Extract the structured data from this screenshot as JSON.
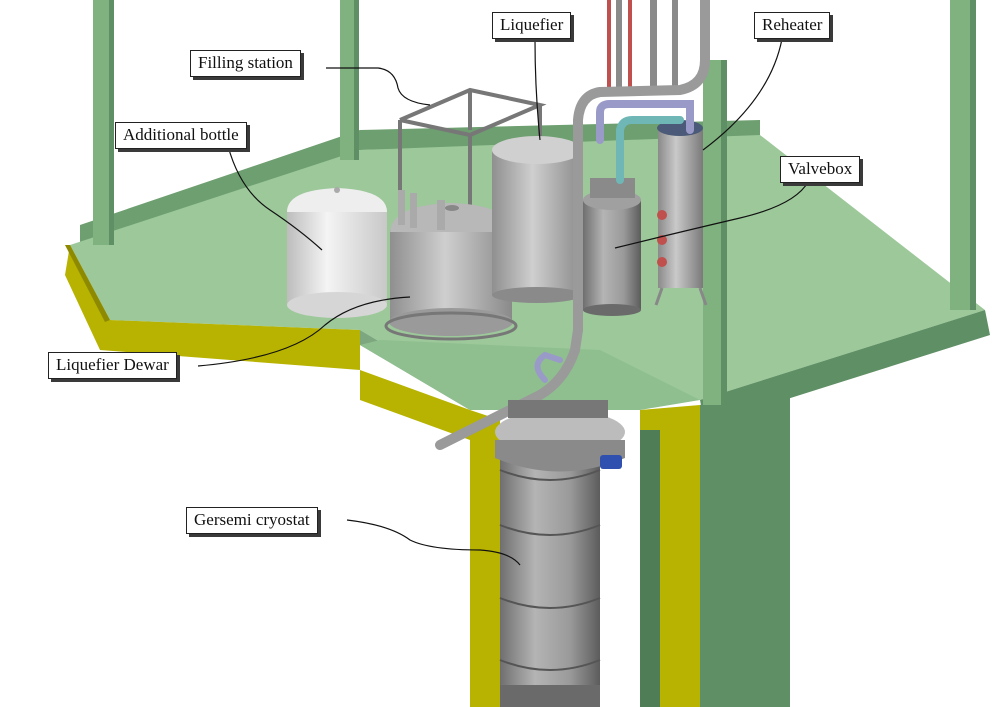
{
  "labels": {
    "liquefier": "Liquefier",
    "reheater": "Reheater",
    "filling_station": "Filling station",
    "additional_bottle": "Additional bottle",
    "valvebox": "Valvebox",
    "liquefier_dewar": "Liquefier Dewar",
    "gersemi_cryostat": "Gersemi cryostat"
  },
  "colors": {
    "floor_green": "#9cc89a",
    "wall_green": "#5f8f64",
    "column_green": "#7fb27f",
    "slab_yellow": "#b7b300",
    "steel_gray": "#9a9a9a",
    "white_tank": "#e8e8e8",
    "pipe_purple": "#9a9ac8",
    "pipe_teal": "#6fb7b7",
    "rod_red": "#c0504d"
  }
}
